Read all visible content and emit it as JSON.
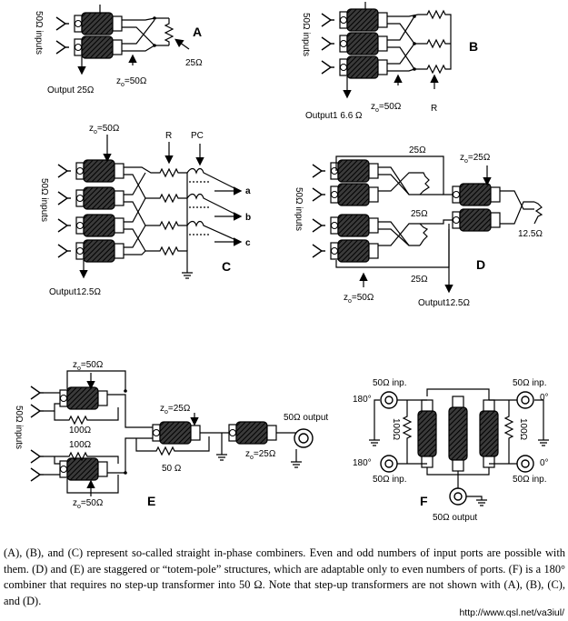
{
  "panels": {
    "a": {
      "letter": "A",
      "inputs": "50Ω inputs",
      "output": "Output 25Ω",
      "z0": "z",
      "z0_sub": "o",
      "z0_val": "=50Ω",
      "load": "25Ω"
    },
    "b": {
      "letter": "B",
      "inputs": "50Ω inputs",
      "output": "Output1 6.6 Ω",
      "z0": "z",
      "z0_sub": "o",
      "z0_val": "=50Ω",
      "r": "R"
    },
    "c": {
      "letter": "C",
      "inputs": "50Ω inputs",
      "output": "Output12.5Ω",
      "z0": "z",
      "z0_sub": "o",
      "z0_val": "=50Ω",
      "r": "R",
      "pc": "PC",
      "out_a": "a",
      "out_b": "b",
      "out_c": "c"
    },
    "d": {
      "letter": "D",
      "inputs": "50Ω inputs",
      "output": "Output12.5Ω",
      "z0_top": "z",
      "z0_top_sub": "o",
      "z0_top_val": "=25Ω",
      "z0_bot": "z",
      "z0_bot_sub": "o",
      "z0_bot_val": "=50Ω",
      "r1": "25Ω",
      "r2": "25Ω",
      "r3": "25Ω",
      "r4": "12.5Ω"
    },
    "e": {
      "letter": "E",
      "inputs": "50Ω inputs",
      "z0_top": "z",
      "z0_top_sub": "o",
      "z0_top_val": "=50Ω",
      "z0_bot": "z",
      "z0_bot_sub": "o",
      "z0_bot_val": "=50Ω",
      "z0_mid": "z",
      "z0_mid_sub": "o",
      "z0_mid_val": "=25Ω",
      "z0_mid2": "z",
      "z0_mid2_sub": "o",
      "z0_mid2_val": "=25Ω",
      "r100a": "100Ω",
      "r100b": "100Ω",
      "r50": "50 Ω",
      "output": "50Ω output"
    },
    "f": {
      "letter": "F",
      "inp_tl": "50Ω inp.",
      "inp_bl": "50Ω inp.",
      "inp_tr": "50Ω inp.",
      "inp_br": "50Ω inp.",
      "deg_tl": "180°",
      "deg_bl": "180°",
      "deg_tr": "0°",
      "deg_br": "0°",
      "r_left": "100Ω",
      "r_right": "100Ω",
      "output": "50Ω output"
    }
  },
  "caption": "(A), (B), and (C) represent so-called straight in-phase combiners. Even and odd numbers of input ports are possible with them. (D) and (E) are staggered or “totem-pole” structures, which are adaptable only to even numbers of ports. (F) is a 180° combiner that requires no step-up transformer into 50 Ω. Note that step-up transformers are not shown with (A), (B), (C), and (D).",
  "url": "http://www.qsl.net/va3iul/"
}
